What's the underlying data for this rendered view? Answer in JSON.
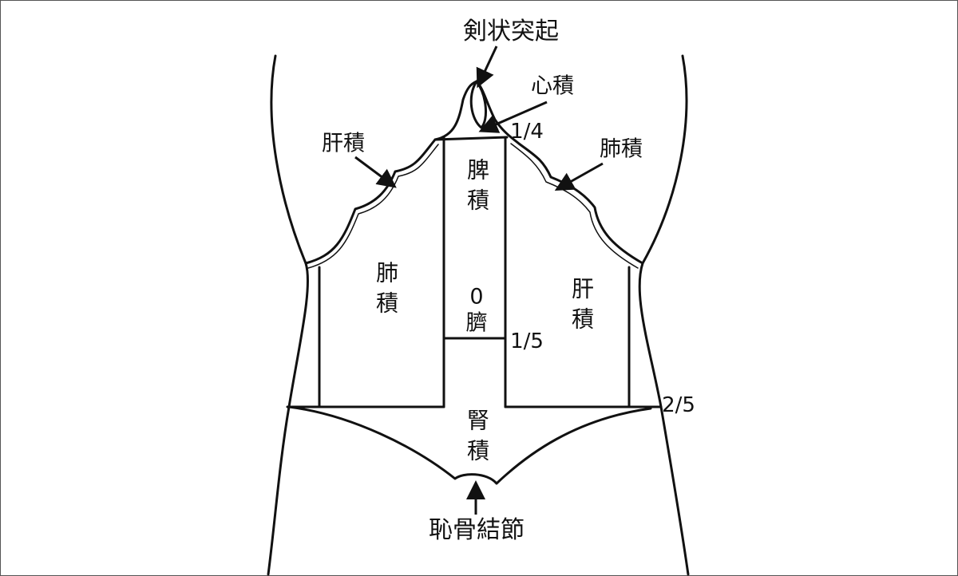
{
  "labels": {
    "xiphoid_process": "剣状突起",
    "heart_accumulation": "心積",
    "liver_accumulation_left": "肝積",
    "lung_accumulation_right": "肺積",
    "spleen_accumulation": "脾積",
    "lung_accumulation_box": "肺積",
    "liver_accumulation_box": "肝積",
    "navel_zero": "0",
    "navel": "臍",
    "kidney_accumulation": "腎積",
    "pubic_tubercle": "恥骨結節"
  },
  "fractions": {
    "quarter": "1/4",
    "fifth": "1/5",
    "two_fifths": "2/5"
  }
}
